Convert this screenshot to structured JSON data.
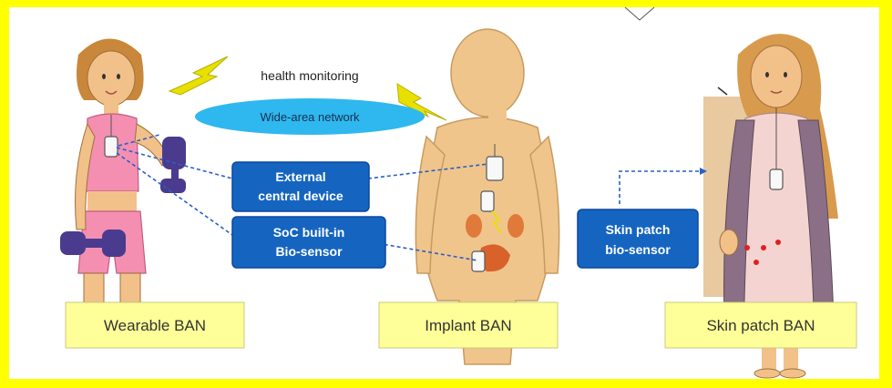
{
  "top_labels": {
    "health_monitoring": "health monitoring",
    "wide_area_network": "Wide-area network"
  },
  "boxes": {
    "external_line1": "External",
    "external_line2": "central device",
    "soc_line1": "SoC built-in",
    "soc_line2": "Bio-sensor",
    "skin_line1": "Skin patch",
    "skin_line2": "bio-sensor"
  },
  "captions": {
    "wearable": "Wearable BAN",
    "implant": "Implant BAN",
    "skin_patch": "Skin patch BAN"
  },
  "colors": {
    "frame": "#ffff00",
    "panel": "#ffffff",
    "box_blue": "#1565c0",
    "box_blue_dark": "#0d47a1",
    "network_cyan": "#2fb7ef",
    "caption_fill": "#ffff99",
    "skin": "#f2c089",
    "body_tan": "#f0c58c",
    "pink_outfit": "#f48fb1",
    "dumbbell": "#4a3b8f",
    "lightning": "#e8e000",
    "dash_blue": "#2a5fc8"
  }
}
